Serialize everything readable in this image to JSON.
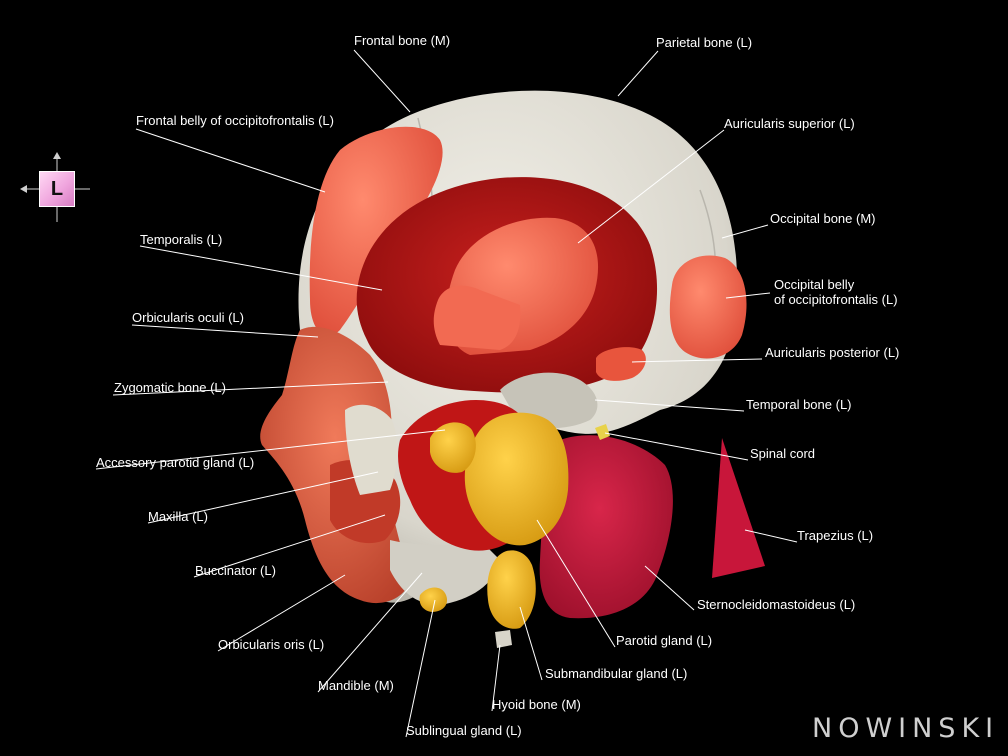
{
  "orientation": {
    "letter": "L"
  },
  "brand": {
    "text": "NOWINSKI"
  },
  "labels": [
    {
      "id": "frontal-bone",
      "text": "Frontal bone (M)"
    },
    {
      "id": "parietal-bone",
      "text": "Parietal bone (L)"
    },
    {
      "id": "frontal-belly",
      "text": "Frontal belly of occipitofrontalis (L)"
    },
    {
      "id": "auricularis-superior",
      "text": "Auricularis superior (L)"
    },
    {
      "id": "occipital-bone",
      "text": "Occipital bone (M)"
    },
    {
      "id": "temporalis",
      "text": "Temporalis (L)"
    },
    {
      "id": "occipital-belly",
      "text": "Occipital belly\nof occipitofrontalis (L)"
    },
    {
      "id": "orbicularis-oculi",
      "text": "Orbicularis oculi (L)"
    },
    {
      "id": "auricularis-posterior",
      "text": "Auricularis posterior (L)"
    },
    {
      "id": "zygomatic-bone",
      "text": "Zygomatic bone (L)"
    },
    {
      "id": "temporal-bone",
      "text": "Temporal bone (L)"
    },
    {
      "id": "spinal-cord",
      "text": "Spinal cord"
    },
    {
      "id": "accessory-parotid",
      "text": "Accessory parotid gland (L)"
    },
    {
      "id": "maxilla",
      "text": "Maxilla (L)"
    },
    {
      "id": "trapezius",
      "text": "Trapezius (L)"
    },
    {
      "id": "buccinator",
      "text": "Buccinator (L)"
    },
    {
      "id": "sternocleidomastoideus",
      "text": "Sternocleidomastoideus (L)"
    },
    {
      "id": "parotid-gland",
      "text": "Parotid gland (L)"
    },
    {
      "id": "orbicularis-oris",
      "text": "Orbicularis oris (L)"
    },
    {
      "id": "submandibular-gland",
      "text": "Submandibular gland (L)"
    },
    {
      "id": "mandible",
      "text": "Mandible (M)"
    },
    {
      "id": "hyoid-bone",
      "text": "Hyoid bone (M)"
    },
    {
      "id": "sublingual-gland",
      "text": "Sublingual gland (L)"
    }
  ]
}
